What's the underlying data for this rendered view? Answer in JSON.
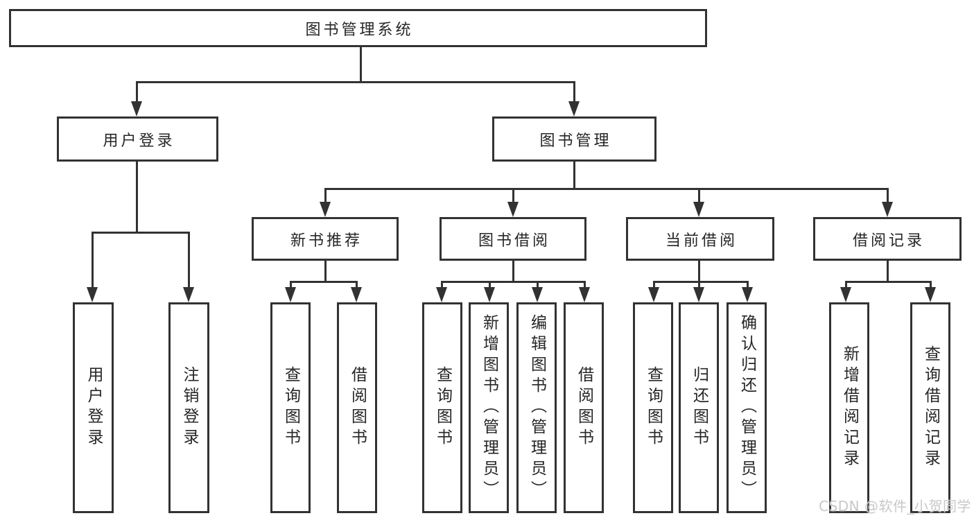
{
  "diagram": {
    "root": {
      "label": "图书管理系统"
    },
    "level2": [
      {
        "label": "用户登录"
      },
      {
        "label": "图书管理"
      }
    ],
    "level3": [
      {
        "label": "新书推荐"
      },
      {
        "label": "图书借阅"
      },
      {
        "label": "当前借阅"
      },
      {
        "label": "借阅记录"
      }
    ],
    "leaves": {
      "user": [
        {
          "label": "用户登录"
        },
        {
          "label": "注销登录"
        }
      ],
      "recommend": [
        {
          "label": "查询图书"
        },
        {
          "label": "借阅图书"
        }
      ],
      "borrow": [
        {
          "label": "查询图书"
        },
        {
          "label": "新增图书（管理员）"
        },
        {
          "label": "编辑图书（管理员）"
        },
        {
          "label": "借阅图书"
        }
      ],
      "current": [
        {
          "label": "查询图书"
        },
        {
          "label": "归还图书"
        },
        {
          "label": "确认归还（管理员）"
        }
      ],
      "records": [
        {
          "label": "新增借阅记录"
        },
        {
          "label": "查询借阅记录"
        }
      ]
    },
    "watermark": "CSDN @软件_小贺同学",
    "colors": {
      "line": "#323232",
      "text": "#262626",
      "background": "#ffffff",
      "watermark": "#c8c8c8"
    }
  }
}
